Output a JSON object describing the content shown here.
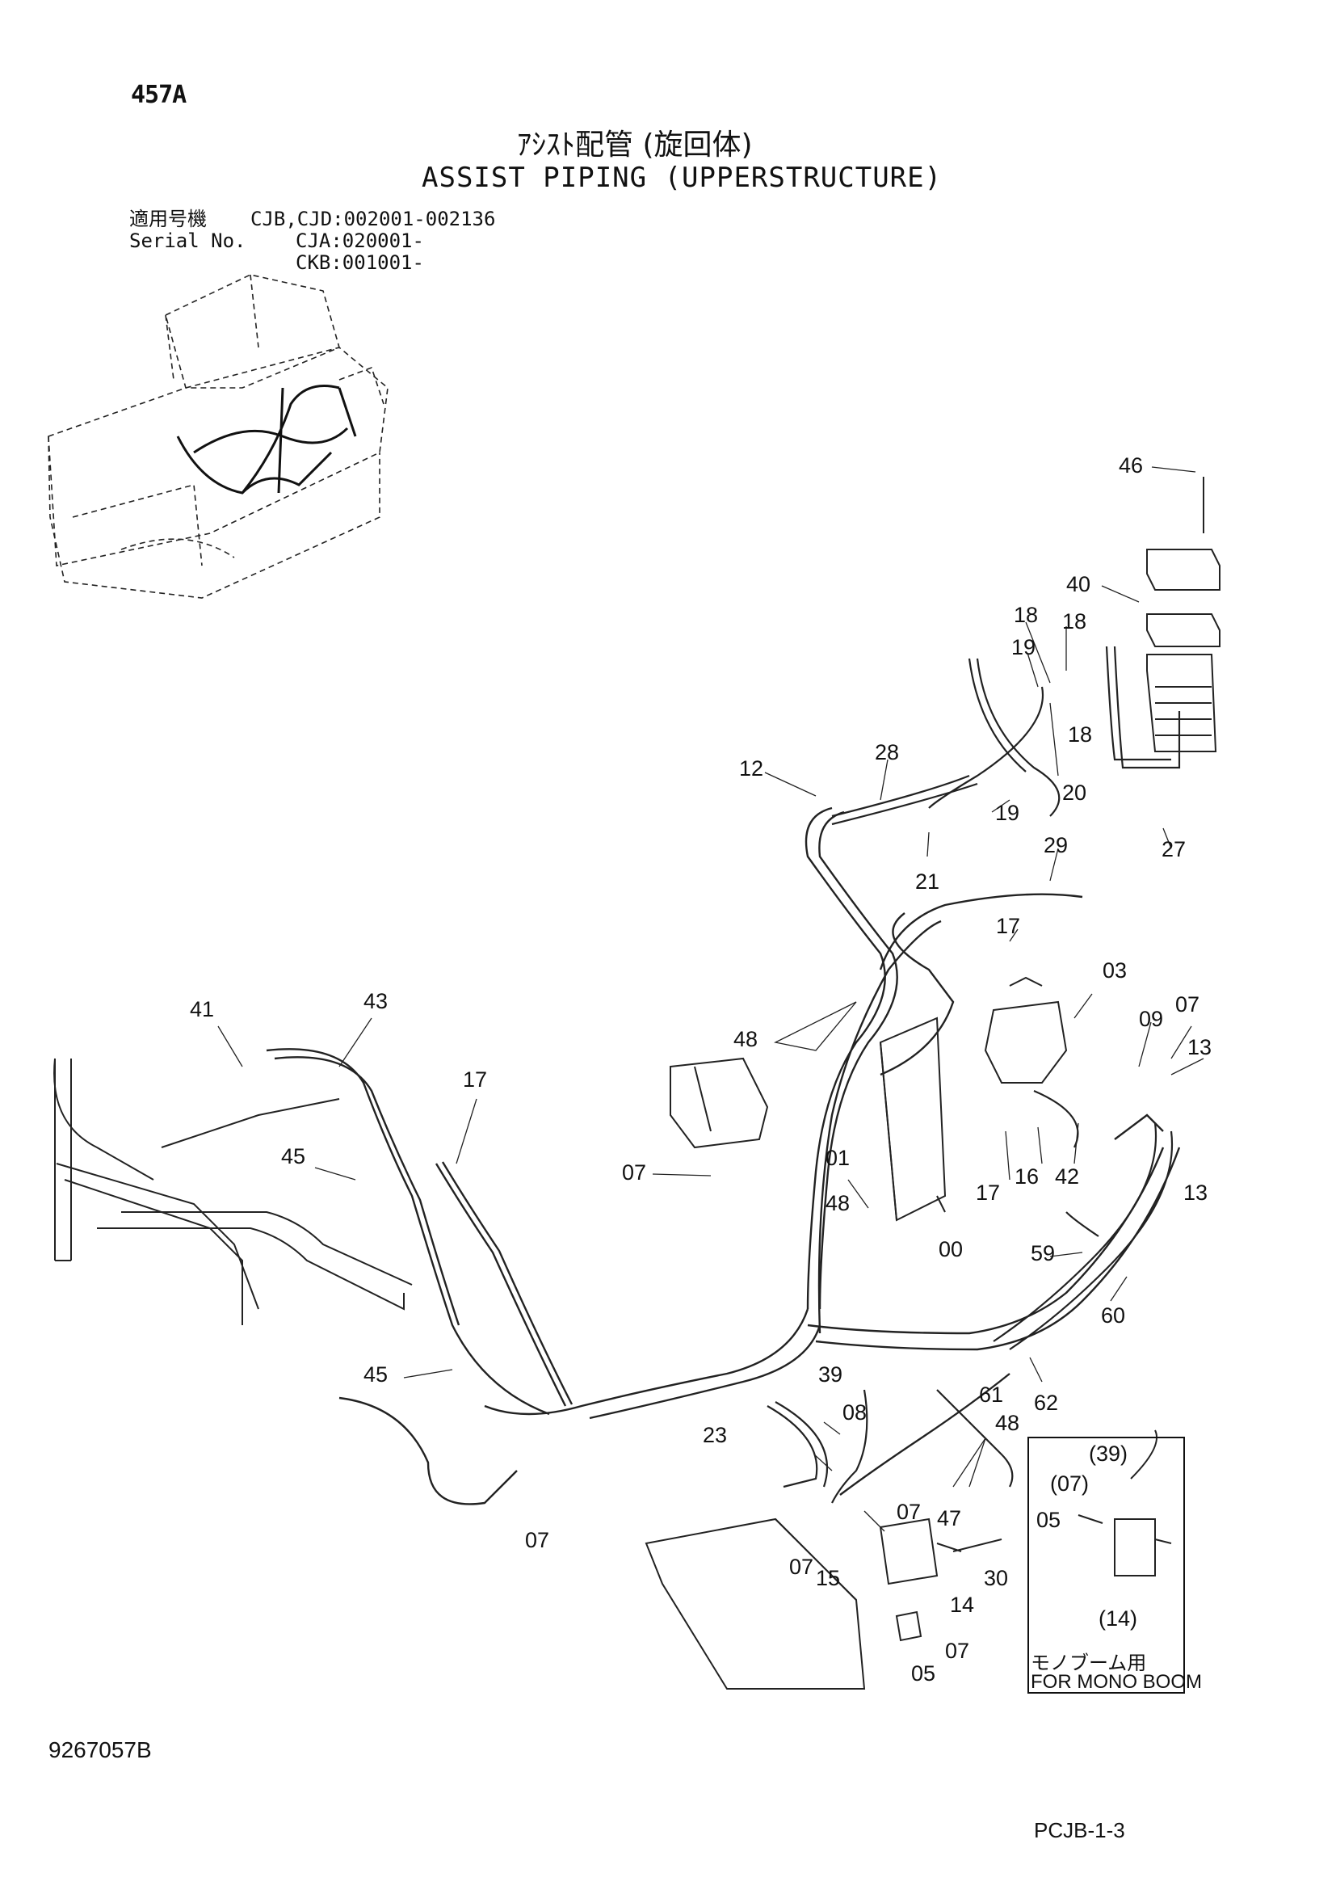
{
  "page_no": "457A",
  "title_jp": "ｱｼｽﾄ配管 (旋回体)",
  "title_en": "ASSIST PIPING (UPPERSTRUCTURE)",
  "serial": {
    "label_jp": "適用号機",
    "label_en": "Serial No.",
    "lines": [
      "CJB,CJD:002001-002136",
      "CJA:020001-",
      "CKB:001001-"
    ]
  },
  "inset": {
    "caption_jp": "モノブーム用",
    "caption_en": "FOR MONO BOOM"
  },
  "doc_no": "9267057B",
  "page_ref": "PCJB-1-3",
  "callouts": [
    {
      "id": "c46",
      "text": "46"
    },
    {
      "id": "c40",
      "text": "40"
    },
    {
      "id": "c18a",
      "text": "18"
    },
    {
      "id": "c18b",
      "text": "18"
    },
    {
      "id": "c18c",
      "text": "18"
    },
    {
      "id": "c19a",
      "text": "19"
    },
    {
      "id": "c19b",
      "text": "19"
    },
    {
      "id": "c20",
      "text": "20"
    },
    {
      "id": "c27",
      "text": "27"
    },
    {
      "id": "c12",
      "text": "12"
    },
    {
      "id": "c28",
      "text": "28"
    },
    {
      "id": "c21",
      "text": "21"
    },
    {
      "id": "c29",
      "text": "29"
    },
    {
      "id": "c17a",
      "text": "17"
    },
    {
      "id": "c03",
      "text": "03"
    },
    {
      "id": "c09",
      "text": "09"
    },
    {
      "id": "c07a",
      "text": "07"
    },
    {
      "id": "c13a",
      "text": "13"
    },
    {
      "id": "c13b",
      "text": "13"
    },
    {
      "id": "c48a",
      "text": "48"
    },
    {
      "id": "c41",
      "text": "41"
    },
    {
      "id": "c43",
      "text": "43"
    },
    {
      "id": "c17b",
      "text": "17"
    },
    {
      "id": "c45a",
      "text": "45"
    },
    {
      "id": "c07b",
      "text": "07"
    },
    {
      "id": "c01",
      "text": "01"
    },
    {
      "id": "c48b",
      "text": "48"
    },
    {
      "id": "c17c",
      "text": "17"
    },
    {
      "id": "c16",
      "text": "16"
    },
    {
      "id": "c42",
      "text": "42"
    },
    {
      "id": "c00",
      "text": "00"
    },
    {
      "id": "c59",
      "text": "59"
    },
    {
      "id": "c60",
      "text": "60"
    },
    {
      "id": "c45b",
      "text": "45"
    },
    {
      "id": "c61",
      "text": "61"
    },
    {
      "id": "c62",
      "text": "62"
    },
    {
      "id": "c39",
      "text": "39"
    },
    {
      "id": "c08",
      "text": "08"
    },
    {
      "id": "c23",
      "text": "23"
    },
    {
      "id": "c48c",
      "text": "48"
    },
    {
      "id": "c07c",
      "text": "07"
    },
    {
      "id": "c07d",
      "text": "07"
    },
    {
      "id": "c47",
      "text": "47"
    },
    {
      "id": "c07e",
      "text": "07"
    },
    {
      "id": "c15",
      "text": "15"
    },
    {
      "id": "c30",
      "text": "30"
    },
    {
      "id": "c14",
      "text": "14"
    },
    {
      "id": "c07f",
      "text": "07"
    },
    {
      "id": "c05a",
      "text": "05"
    },
    {
      "id": "c39i",
      "text": "(39)"
    },
    {
      "id": "c07i",
      "text": "(07)"
    },
    {
      "id": "c05i",
      "text": "05"
    },
    {
      "id": "c14i",
      "text": "(14)"
    }
  ]
}
